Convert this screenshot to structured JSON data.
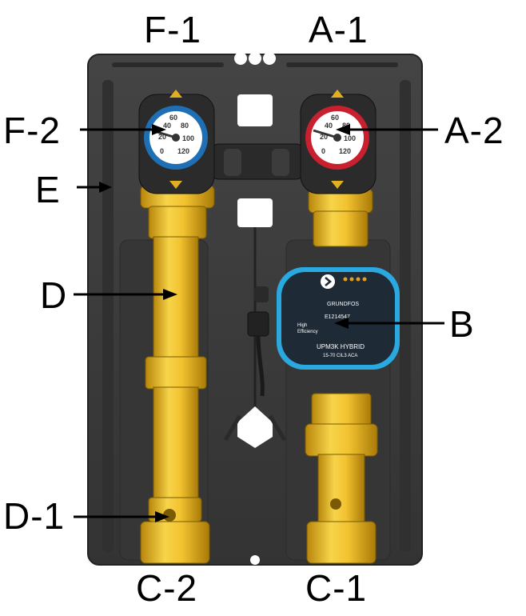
{
  "labels": {
    "f1": "F-1",
    "a1": "A-1",
    "f2": "F-2",
    "a2": "A-2",
    "e": "E",
    "d": "D",
    "b": "B",
    "d1": "D-1",
    "c2": "C-2",
    "c1": "C-1"
  },
  "pump": {
    "brand": "GRUNDFOS",
    "serial": "E1214547",
    "feature_line1": "High",
    "feature_line2": "Efficiency",
    "model": "UPM3K HYBRID",
    "spec": "15-70 CIL3 ACA"
  },
  "gauges": {
    "ticks": [
      "20",
      "40",
      "60",
      "80",
      "100",
      "0",
      "120"
    ]
  },
  "colors": {
    "panel": "#3a3a3a",
    "brass": "#f2c230",
    "brass_dark": "#b8860b",
    "gauge_left_ring": "#1f6fb5",
    "gauge_right_ring": "#c8202f",
    "pump_body": "#1e2a36",
    "pump_ring": "#2aa8e0"
  }
}
